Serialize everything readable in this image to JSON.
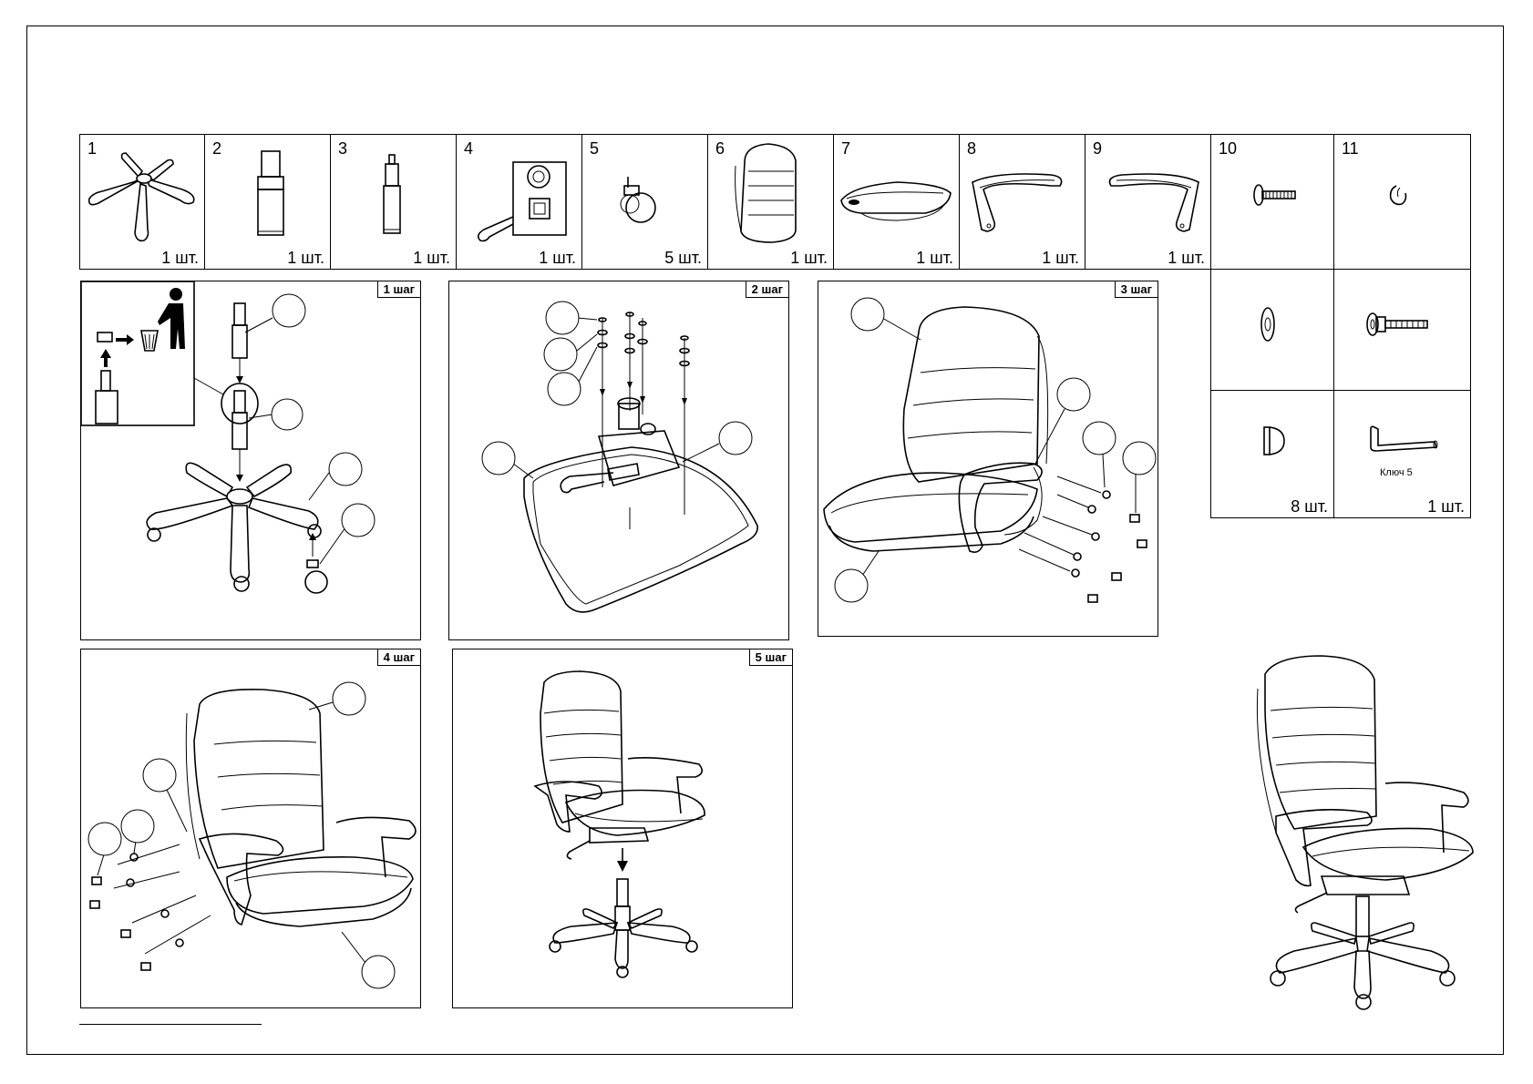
{
  "parts": [
    {
      "number": "1",
      "qty": "1 шт.",
      "icon": "chair-base-icon"
    },
    {
      "number": "2",
      "qty": "1 шт.",
      "icon": "gas-lift-cover-icon"
    },
    {
      "number": "3",
      "qty": "1 шт.",
      "icon": "gas-lift-icon"
    },
    {
      "number": "4",
      "qty": "1 шт.",
      "icon": "tilt-mechanism-icon"
    },
    {
      "number": "5",
      "qty": "5 шт.",
      "icon": "caster-icon"
    },
    {
      "number": "6",
      "qty": "1 шт.",
      "icon": "backrest-icon"
    },
    {
      "number": "7",
      "qty": "1 шт.",
      "icon": "seat-icon"
    },
    {
      "number": "8",
      "qty": "1 шт.",
      "icon": "armrest-left-icon"
    },
    {
      "number": "9",
      "qty": "1 шт.",
      "icon": "armrest-right-icon"
    },
    {
      "number": "10",
      "qty": "",
      "icon": "screw-icon"
    },
    {
      "number": "11",
      "qty": "",
      "icon": "spring-washer-icon"
    }
  ],
  "hardware": [
    {
      "icon": "flat-washer-icon",
      "qty": ""
    },
    {
      "icon": "bolt-icon",
      "qty": ""
    },
    {
      "icon": "bolt-cap-icon",
      "qty": "8 шт."
    },
    {
      "icon": "allen-key-icon",
      "qty": "1 шт.",
      "label": "Ключ 5"
    }
  ],
  "steps": [
    {
      "label": "1 шаг"
    },
    {
      "label": "2 шаг"
    },
    {
      "label": "3 шаг"
    },
    {
      "label": "4 шаг"
    },
    {
      "label": "5 шаг"
    }
  ]
}
